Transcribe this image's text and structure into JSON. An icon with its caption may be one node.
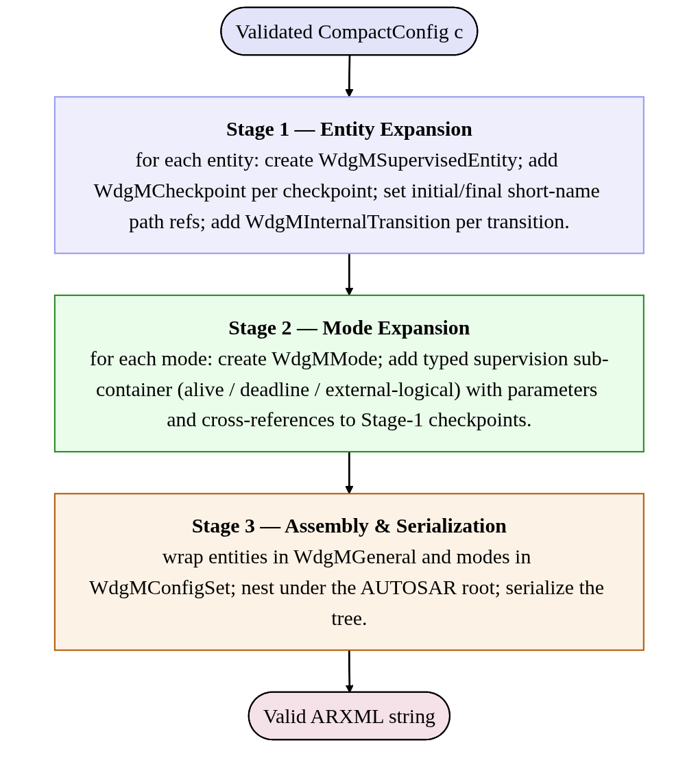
{
  "diagram": {
    "nodes": [
      {
        "text": [
          "Validated CompactConfig c"
        ]
      },
      {
        "text": [
          "Stage 1 — Entity Expansion",
          "for each entity: create WdgMSupervisedEntity; add WdgMCheckpoint per checkpoint; set initial/final short-name path refs; add WdgMInternalTransition per transition."
        ]
      },
      {
        "text": [
          "Stage 2 — Mode Expansion",
          "for each mode: create WdgMMode; add typed supervision sub-container (alive / deadline / external-logical) with parameters and cross-references to Stage-1 checkpoints."
        ]
      },
      {
        "text": [
          "Stage 3 — Assembly & Serialization",
          "wrap entities in WdgMGeneral and modes in WdgMConfigSet; nest under the AUTOSAR root; serialize the tree."
        ]
      },
      {
        "text": [
          "Valid ARXML string"
        ]
      }
    ],
    "edges": [
      {
        "from": 0,
        "to": 1,
        "arrow": "to"
      },
      {
        "from": 1,
        "to": 2,
        "arrow": "to"
      },
      {
        "from": 2,
        "to": 3,
        "arrow": "to"
      },
      {
        "from": 3,
        "to": 4,
        "arrow": "to"
      }
    ]
  }
}
